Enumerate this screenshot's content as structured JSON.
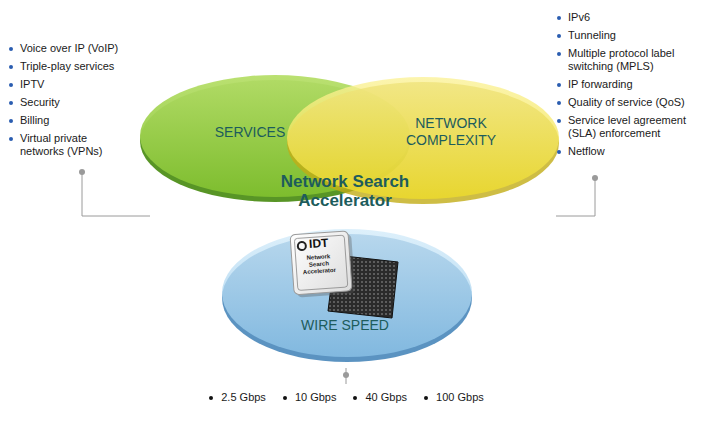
{
  "diagram": {
    "nodes": [
      {
        "text": [
          "SERVICES"
        ]
      },
      {
        "text": [
          "NETWORK COMPLEXITY"
        ]
      },
      {
        "text": [
          "WIRE SPEED"
        ]
      }
    ],
    "labels": [
      "Voice over IP (VoIP)",
      "Triple-play services",
      "IPTV",
      "Security",
      "Billing",
      "Virtual private networks (VPNs)",
      "IPv6",
      "Tunneling",
      "Multiple protocol label switching (MPLS)",
      "IP forwarding",
      "Quality of service (QoS)",
      "Service level agreement (SLA) enforcement",
      "Netflow",
      "2.5 Gbps",
      "10 Gbps",
      "40 Gbps",
      "100 Gbps",
      "Network Search Accelerator",
      "IDT",
      "Network Search Accelerator"
    ]
  }
}
